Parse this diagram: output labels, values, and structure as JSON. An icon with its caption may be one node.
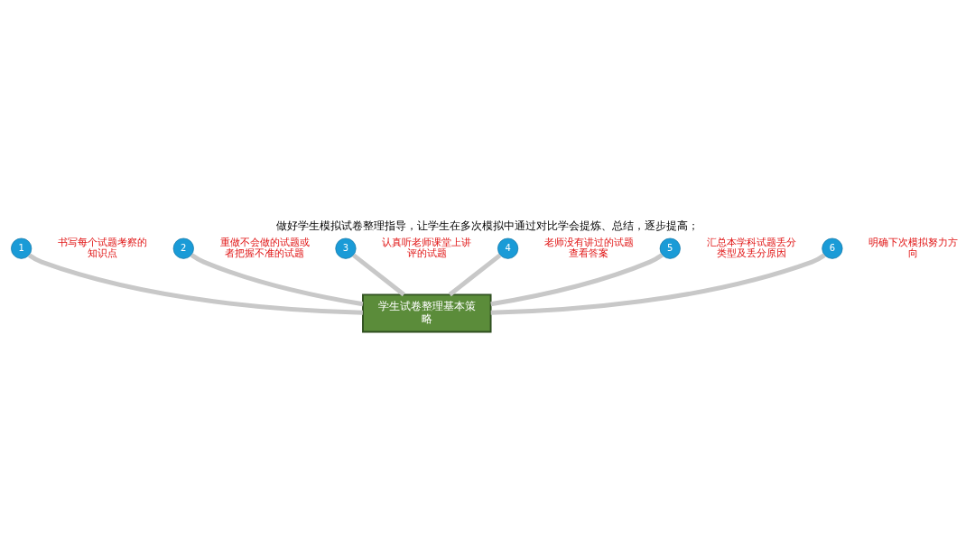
{
  "diagram": {
    "title": "做好学生模拟试卷整理指导，让学生在多次模拟中通过对比学会提炼、总结，逐步提高；",
    "nodes": [
      {
        "text": [
          "学生试卷整理基本策略"
        ]
      },
      {
        "text": [
          "1"
        ],
        "beside": [
          "书写每个试题考察的知识点"
        ]
      },
      {
        "text": [
          "2"
        ],
        "beside": [
          "重做不会做的试题或者把握不准的试题"
        ]
      },
      {
        "text": [
          "3"
        ],
        "beside": [
          "认真听老师课堂上讲评的试题"
        ]
      },
      {
        "text": [
          "4"
        ],
        "beside": [
          "老师没有讲过的试题查看答案"
        ]
      },
      {
        "text": [
          "5"
        ],
        "beside": [
          "汇总本学科试题丢分类型及丢分原因"
        ]
      },
      {
        "text": [
          "6"
        ],
        "beside": [
          "明确下次模拟努力方向"
        ]
      }
    ],
    "edges": [
      {
        "from": 0,
        "to": 1,
        "arrow": "none"
      },
      {
        "from": 0,
        "to": 2,
        "arrow": "none"
      },
      {
        "from": 0,
        "to": 3,
        "arrow": "none"
      },
      {
        "from": 0,
        "to": 4,
        "arrow": "none"
      },
      {
        "from": 0,
        "to": 5,
        "arrow": "none"
      },
      {
        "from": 0,
        "to": 6,
        "arrow": "none"
      }
    ]
  }
}
